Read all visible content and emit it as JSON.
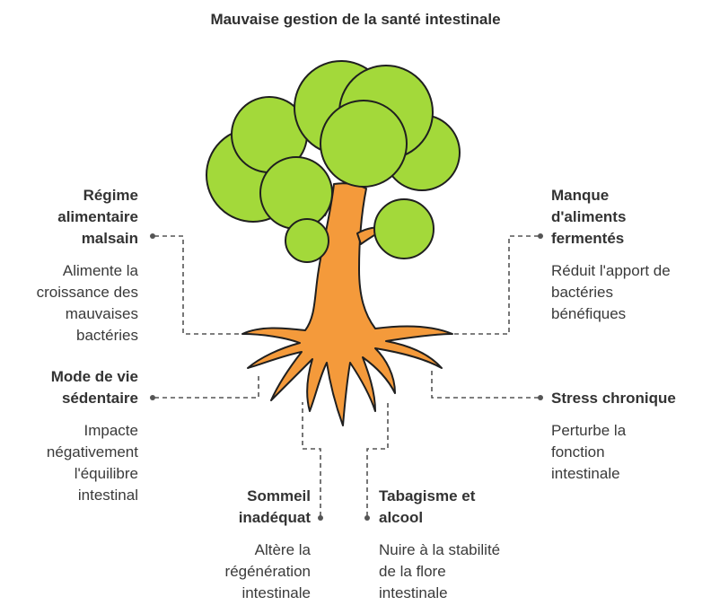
{
  "title": "Mauvaise gestion de la santé intestinale",
  "colors": {
    "foliage": "#a3d93a",
    "foliage_stroke": "#1f1f1f",
    "trunk": "#f49a3b",
    "connector": "#555555"
  },
  "factors": [
    {
      "heading": "Régime\nalimentaire\nmalsain",
      "description": "Alimente la\ncroissance des\nmauvaises\nbactéries"
    },
    {
      "heading": "Mode de vie\nsédentaire",
      "description": "Impacte\nnégativement\nl'équilibre\nintestinal"
    },
    {
      "heading": "Sommeil\ninadéquat",
      "description": "Altère la\nrégénération\nintestinale"
    },
    {
      "heading": "Tabagisme et\nalcool",
      "description": "Nuire à la stabilité\nde la flore\nintestinale"
    },
    {
      "heading": "Stress chronique",
      "description": "Perturbe la\nfonction\nintestinale"
    },
    {
      "heading": "Manque\nd'aliments\nfermentés",
      "description": "Réduit l'apport de\nbactéries\nbénéfiques"
    }
  ]
}
